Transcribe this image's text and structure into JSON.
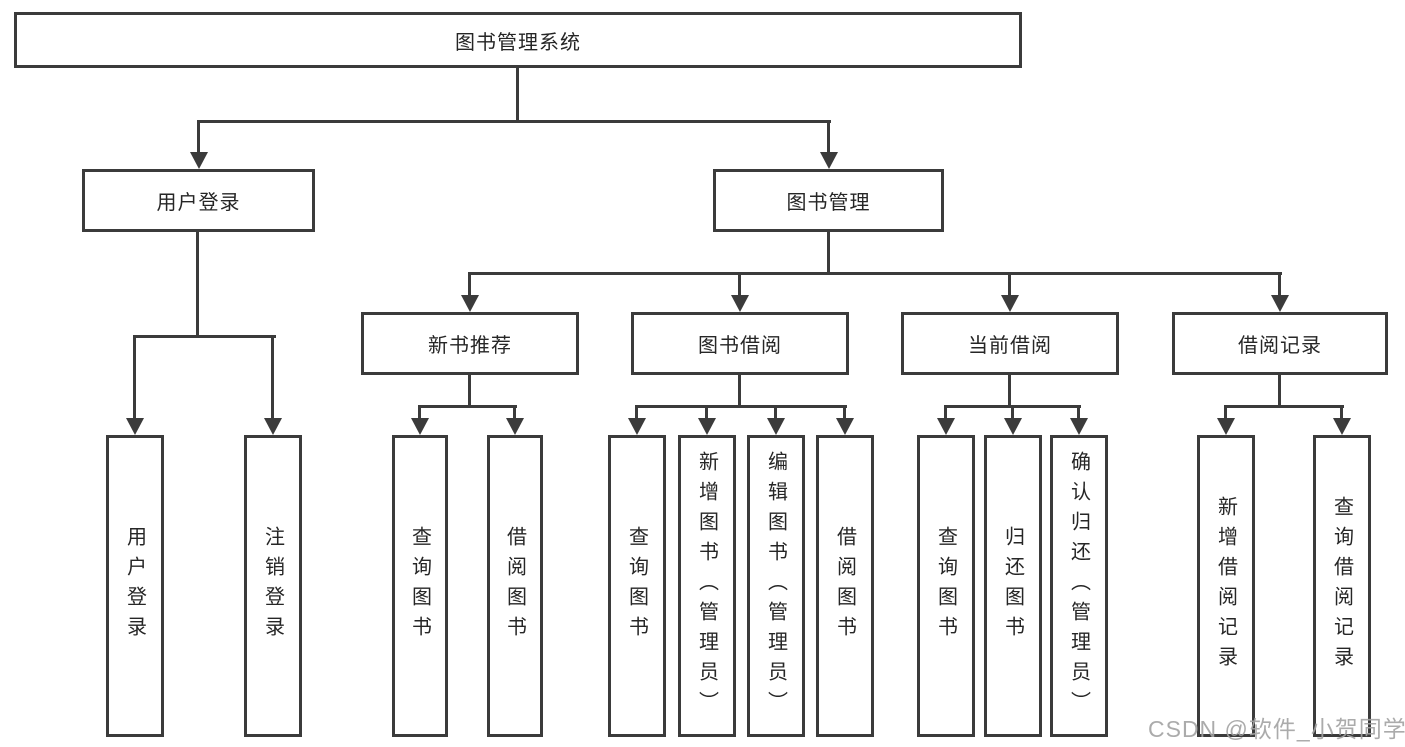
{
  "tree": {
    "root": {
      "label": "图书管理系统"
    },
    "user_login": {
      "label": "用户登录",
      "children": [
        {
          "label": "用户登录"
        },
        {
          "label": "注销登录"
        }
      ]
    },
    "book_mgmt": {
      "label": "图书管理",
      "children": {
        "new_books": {
          "label": "新书推荐",
          "children": [
            {
              "label": "查询图书"
            },
            {
              "label": "借阅图书"
            }
          ]
        },
        "book_borrow": {
          "label": "图书借阅",
          "children": [
            {
              "label": "查询图书"
            },
            {
              "label": "新增图书（管理员）"
            },
            {
              "label": "编辑图书（管理员）"
            },
            {
              "label": "借阅图书"
            }
          ]
        },
        "current_borrow": {
          "label": "当前借阅",
          "children": [
            {
              "label": "查询图书"
            },
            {
              "label": "归还图书"
            },
            {
              "label": "确认归还（管理员）"
            }
          ]
        },
        "borrow_records": {
          "label": "借阅记录",
          "children": [
            {
              "label": "新增借阅记录"
            },
            {
              "label": "查询借阅记录"
            }
          ]
        }
      }
    }
  },
  "watermark": "CSDN @软件_小贺同学",
  "colors": {
    "line": "#3b3b3b",
    "text": "#262626",
    "watermark": "#a3a3a3",
    "background": "#ffffff"
  }
}
